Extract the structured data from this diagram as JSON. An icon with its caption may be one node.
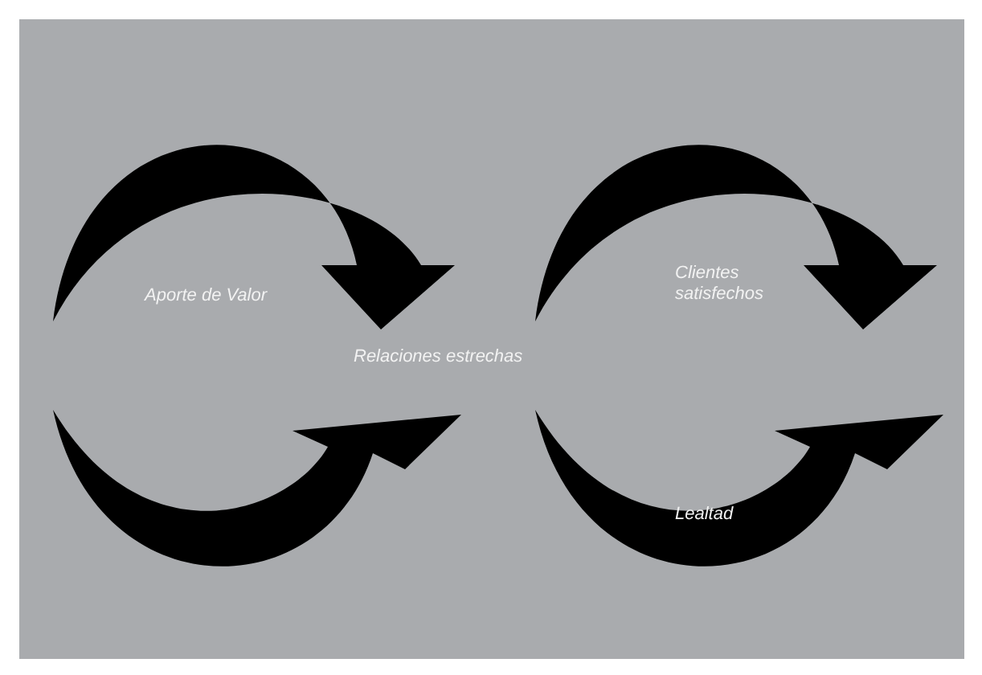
{
  "diagram": {
    "labels": [
      "Aporte de Valor",
      "Relaciones estrechas",
      "Clientes satisfechos",
      "Lealtad"
    ]
  }
}
